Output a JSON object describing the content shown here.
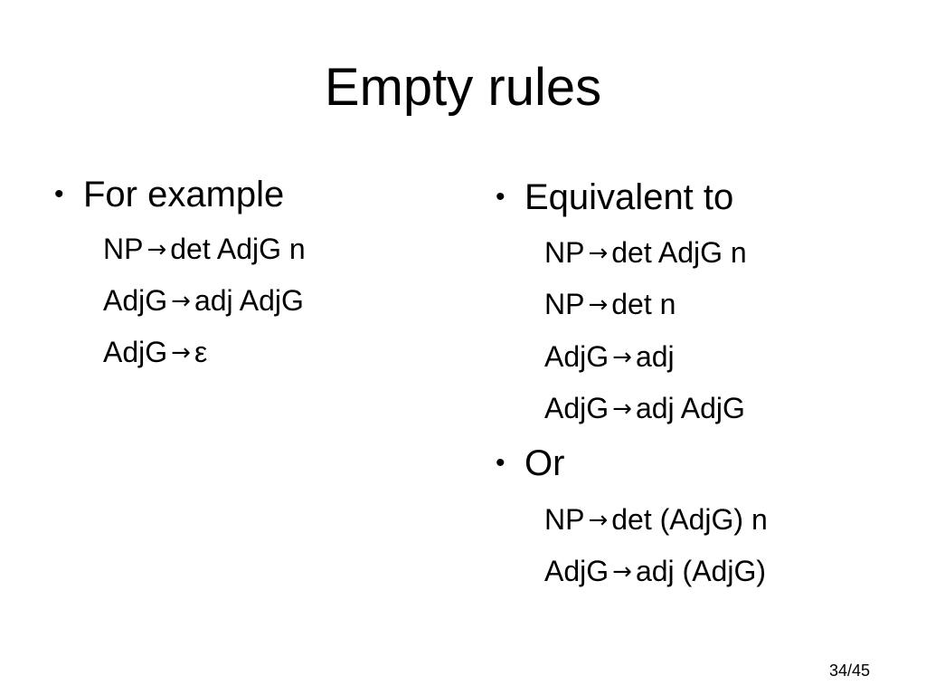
{
  "slide": {
    "title": "Empty rules",
    "left_column": {
      "bullet": "For example",
      "rules": [
        {
          "lhs": "NP",
          "arrow": "→",
          "rhs": "det AdjG n"
        },
        {
          "lhs": "AdjG",
          "arrow": "→",
          "rhs": "adj AdjG"
        },
        {
          "lhs": "AdjG",
          "arrow": "→",
          "rhs": "ε"
        }
      ]
    },
    "right_column": {
      "bullet_1": "Equivalent to",
      "rules_1": [
        {
          "lhs": "NP",
          "arrow": "→",
          "rhs": "det AdjG n"
        },
        {
          "lhs": "NP",
          "arrow": "→",
          "rhs": "det n"
        },
        {
          "lhs": "AdjG",
          "arrow": "→",
          "rhs": "adj"
        },
        {
          "lhs": "AdjG",
          "arrow": "→",
          "rhs": "adj AdjG"
        }
      ],
      "bullet_2": "Or",
      "rules_2": [
        {
          "lhs": "NP",
          "arrow": "→",
          "rhs": "det (AdjG) n"
        },
        {
          "lhs": "AdjG",
          "arrow": "→",
          "rhs": "adj (AdjG)"
        }
      ]
    },
    "page_number": "34/45"
  }
}
